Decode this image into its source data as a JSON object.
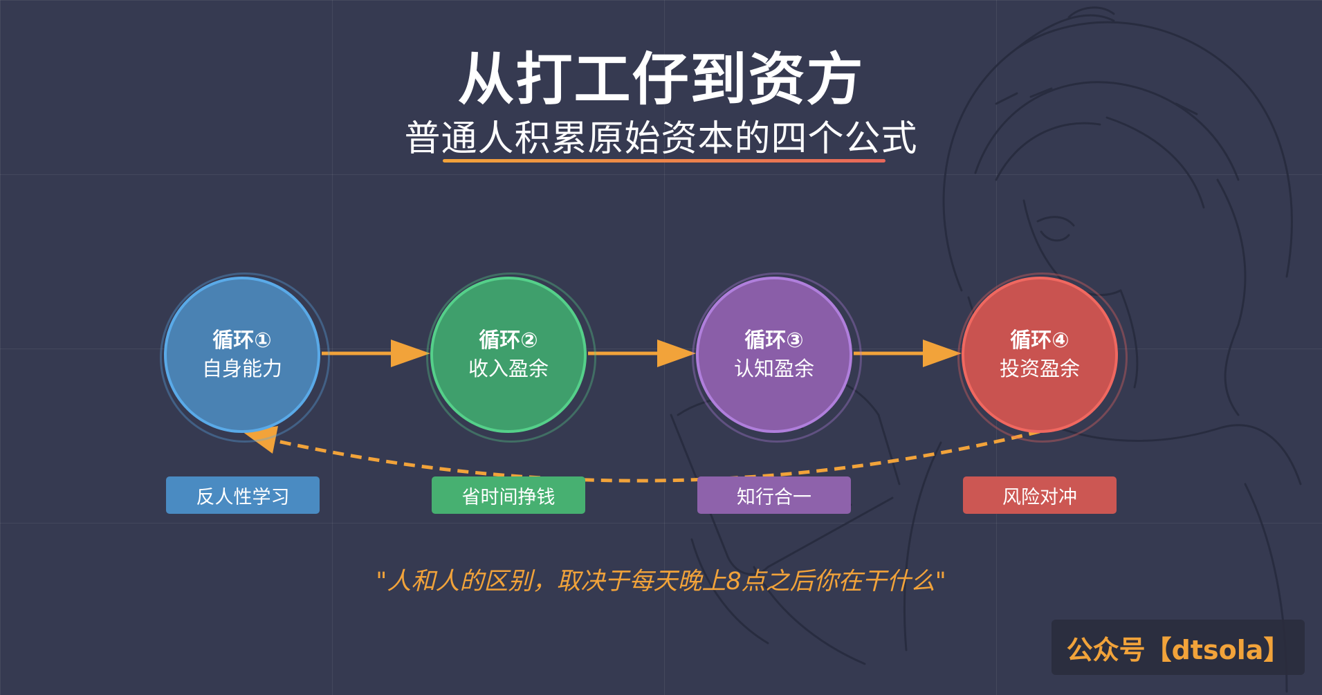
{
  "header": {
    "title": "从打工仔到资方",
    "subtitle": "普通人积累原始资本的四个公式"
  },
  "cycles": [
    {
      "name": "循环①",
      "label": "自身能力",
      "tag": "反人性学习",
      "color": "#4a82b3"
    },
    {
      "name": "循环②",
      "label": "收入盈余",
      "tag": "省时间挣钱",
      "color": "#3f9f6c"
    },
    {
      "name": "循环③",
      "label": "认知盈余",
      "tag": "知行合一",
      "color": "#8a5ea8"
    },
    {
      "name": "循环④",
      "label": "投资盈余",
      "tag": "风险对冲",
      "color": "#c95350"
    }
  ],
  "colors": {
    "accent": "#f2a33a",
    "background": "#363a51"
  },
  "quote": "\"人和人的区别，取决于每天晚上8点之后你在干什么\"",
  "brand": "公众号【dtsola】"
}
